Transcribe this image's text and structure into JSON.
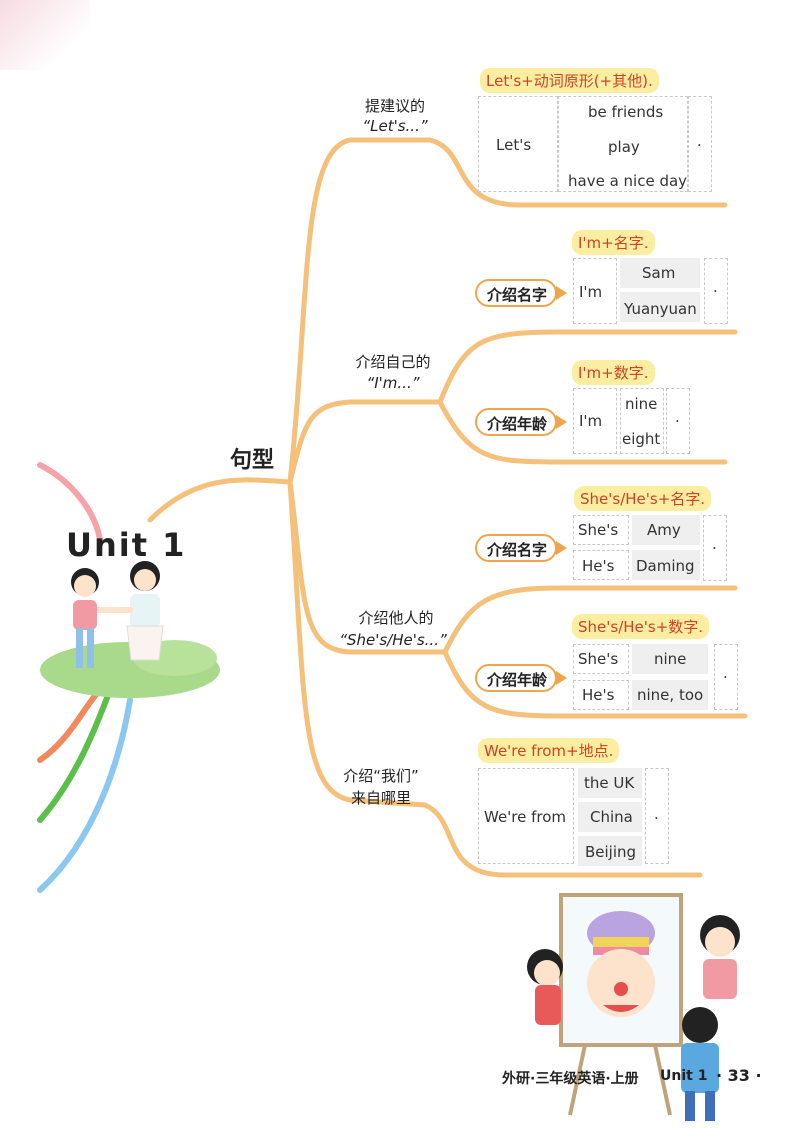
{
  "center": {
    "title": "Unit 1",
    "branch": "句型"
  },
  "branch_let": {
    "label_line1": "提建议的",
    "label_line2": "“Let's...”",
    "pattern": "Let's+动词原形(+其他).",
    "subject": "Let's",
    "options": [
      "be friends",
      "play",
      "have a nice day"
    ],
    "end": "."
  },
  "branch_im": {
    "label_line1": "介绍自己的",
    "label_line2": "“I'm...”",
    "name": {
      "pattern": "I'm+名字.",
      "topic": "介绍名字",
      "subject": "I'm",
      "options": [
        "Sam",
        "Yuanyuan"
      ],
      "end": "."
    },
    "age": {
      "pattern": "I'm+数字.",
      "topic": "介绍年龄",
      "subject": "I'm",
      "options": [
        "nine",
        "eight"
      ],
      "end": "."
    }
  },
  "branch_she": {
    "label_line1": "介绍他人的",
    "label_line2": "“She's/He's...”",
    "name": {
      "pattern": "She's/He's+名字.",
      "topic": "介绍名字",
      "subjects": [
        "She's",
        "He's"
      ],
      "options": [
        "Amy",
        "Daming"
      ],
      "end": "."
    },
    "age": {
      "pattern": "She's/He's+数字.",
      "topic": "介绍年龄",
      "subjects": [
        "She's",
        "He's"
      ],
      "options": [
        "nine",
        "nine, too"
      ],
      "end": "."
    }
  },
  "branch_we": {
    "label_line1": "介绍“我们”",
    "label_line2": "来自哪里",
    "pattern": "We're from+地点.",
    "subject": "We're from",
    "options": [
      "the UK",
      "China",
      "Beijing"
    ],
    "end": "."
  },
  "footer": {
    "book": "外研·三年级英语·上册",
    "unit": "Unit 1",
    "page": "· 33 ·"
  },
  "colors": {
    "branch": "#f4c07a",
    "highlight": "#fbeea0",
    "accent_text": "#d1402a",
    "pill_border": "#f0a54a",
    "grass": "#a9d98a"
  }
}
